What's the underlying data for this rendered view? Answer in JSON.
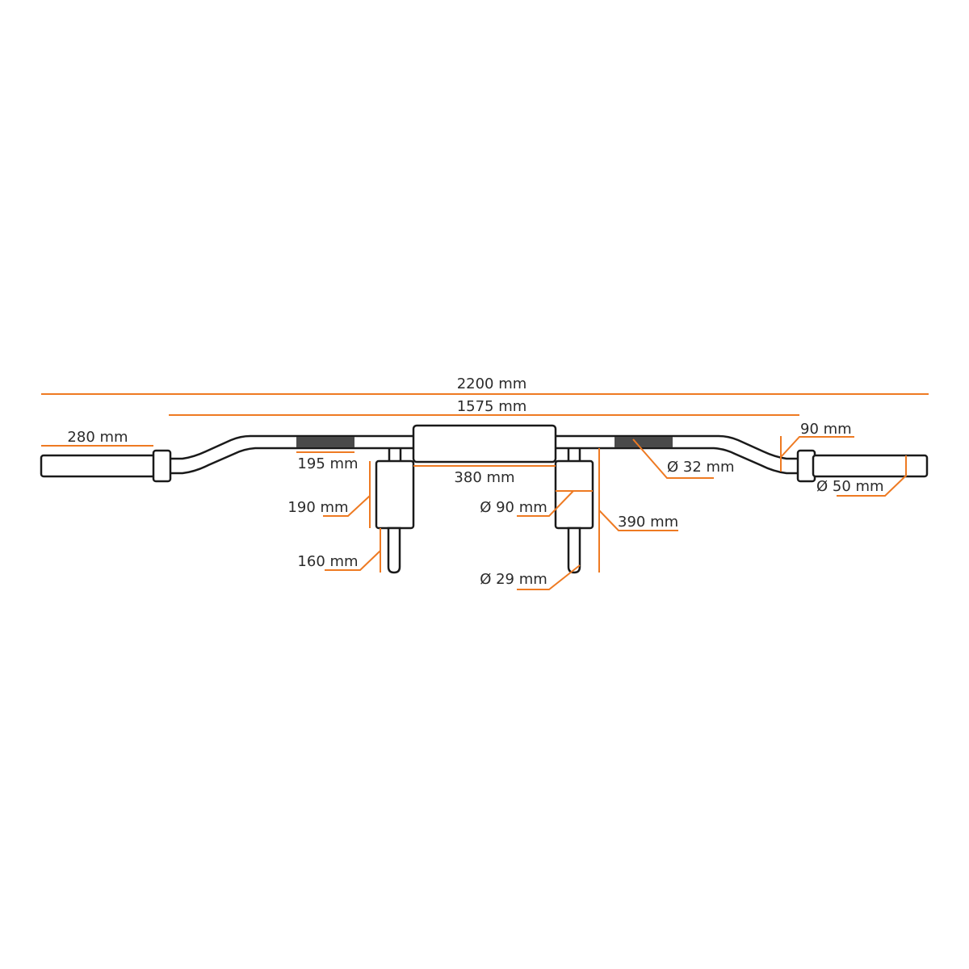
{
  "colors": {
    "dimension_line": "#ee7a22",
    "outline": "#1a1a1a",
    "knurling": "#4a4a4a",
    "text": "#2b2b2b",
    "background": "#ffffff"
  },
  "dimensions": {
    "total_length": "2200 mm",
    "inner_length": "1575 mm",
    "sleeve_length": "280 mm",
    "knurl_length": "195 mm",
    "pad_width": "380 mm",
    "shaft_diameter": "Ø 32 mm",
    "bend_rise": "90 mm",
    "sleeve_diameter": "Ø 50 mm",
    "handle_pad_length": "190 mm",
    "handle_pad_diameter": "Ø 90 mm",
    "handle_length": "390 mm",
    "handle_grip_length": "160 mm",
    "handle_grip_diameter": "Ø 29 mm"
  }
}
